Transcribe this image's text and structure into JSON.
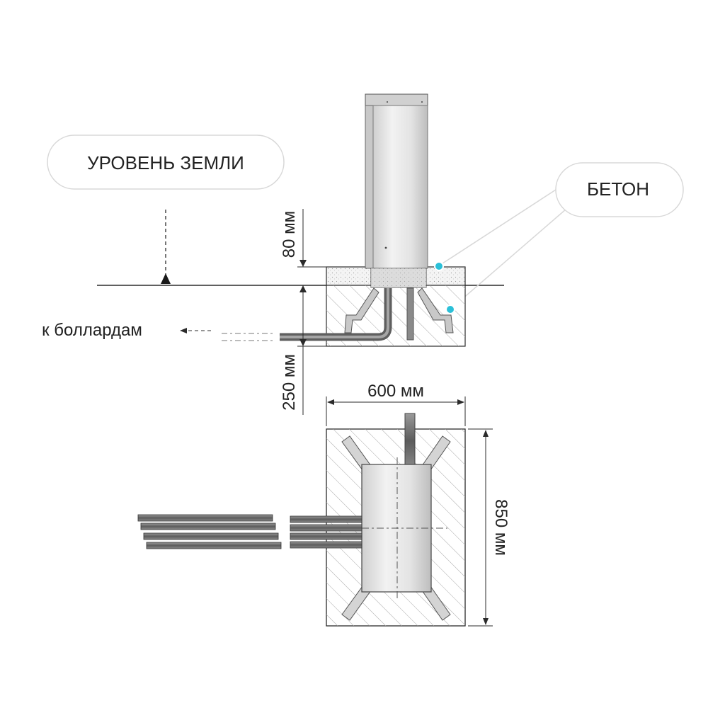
{
  "labels": {
    "ground_level": "УРОВЕНЬ ЗЕМЛИ",
    "concrete": "БЕТОН",
    "to_bollards": "к боллардам",
    "dim_80": "80 мм",
    "dim_250": "250 мм",
    "dim_600": "600 мм",
    "dim_850": "850 мм"
  },
  "colors": {
    "line": "#2b2b2b",
    "callout_border": "#d8d8d8",
    "accent_dot": "#2bc0d8",
    "hatch": "#9a9a9a",
    "pipe": "#6d6d6d"
  }
}
